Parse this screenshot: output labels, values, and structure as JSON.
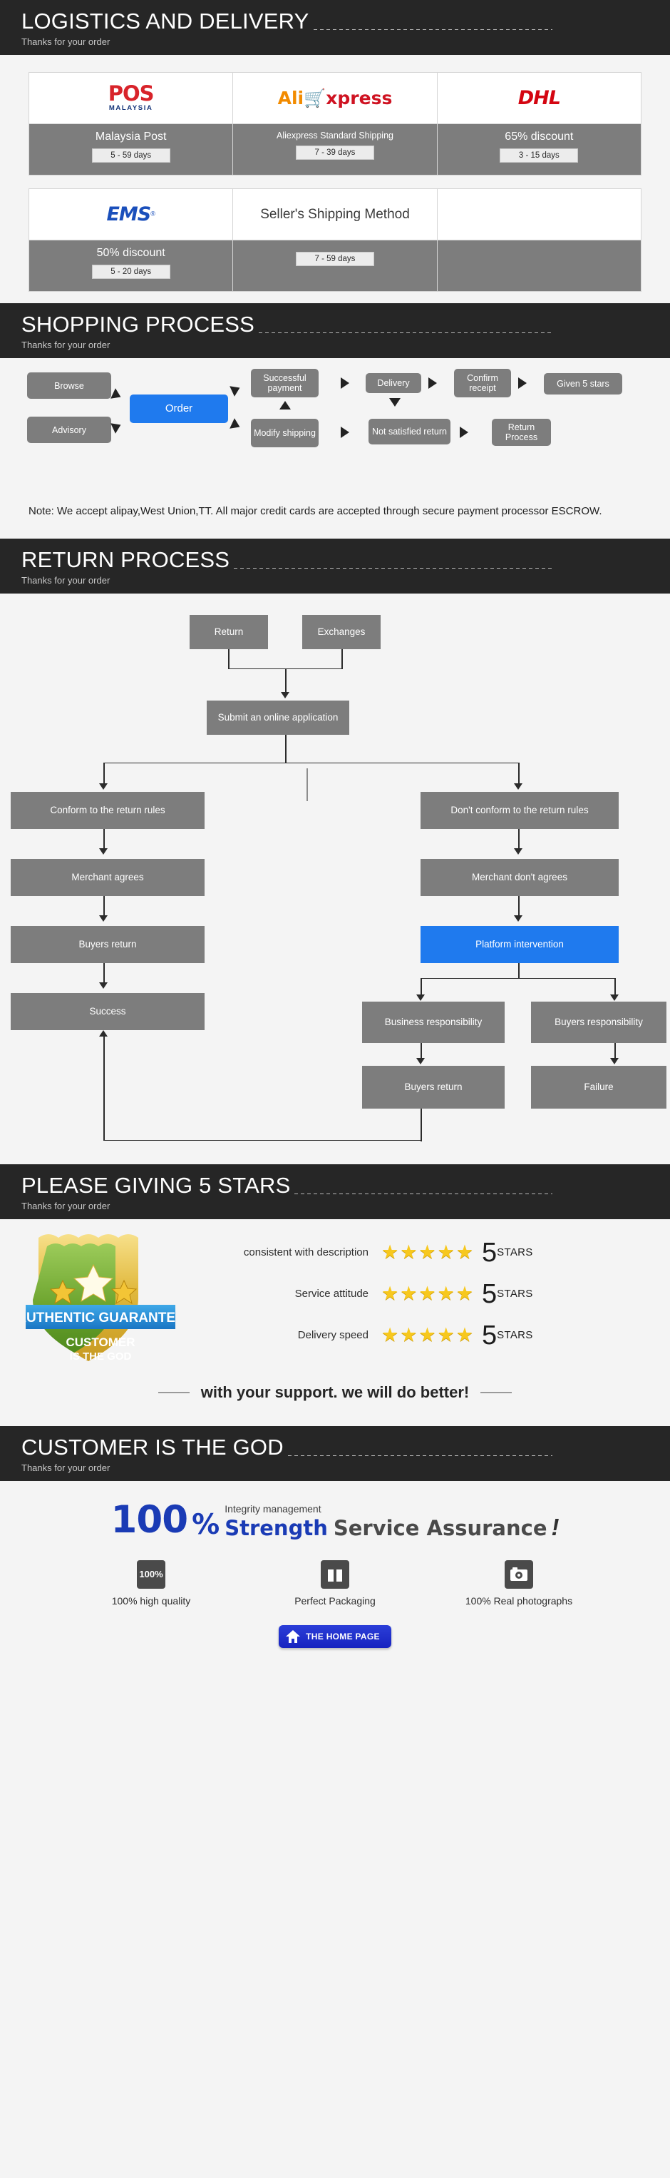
{
  "sections": {
    "logistics": {
      "title": "LOGISTICS AND DELIVERY",
      "subtitle": "Thanks for your order"
    },
    "shopping": {
      "title": "SHOPPING PROCESS",
      "subtitle": "Thanks for your order"
    },
    "returns": {
      "title": "RETURN PROCESS",
      "subtitle": "Thanks for your order"
    },
    "stars": {
      "title": "PLEASE GIVING 5 STARS",
      "subtitle": "Thanks for your order"
    },
    "god": {
      "title": "CUSTOMER IS THE GOD",
      "subtitle": "Thanks for your order"
    }
  },
  "shipping": {
    "row1": [
      {
        "logo": "pos-malaysia-logo",
        "logo_main": "POS",
        "logo_sub": "MALAYSIA",
        "name": "Malaysia Post",
        "days": "5 - 59  days"
      },
      {
        "logo": "aliexpress-logo",
        "logo_main": "Ali",
        "logo_sub": "xpress",
        "name": "Aliexpress Standard Shipping",
        "days": "7 - 39 days"
      },
      {
        "logo": "dhl-logo",
        "logo_main": "DHL",
        "logo_sub": "",
        "name": "65% discount",
        "days": "3 - 15 days"
      }
    ],
    "row2": [
      {
        "logo": "ems-logo",
        "logo_main": "EMS",
        "logo_sub": "",
        "name": "50% discount",
        "days": "5 - 20 days"
      },
      {
        "logo": "sellers-shipping-text",
        "logo_main": "Seller's Shipping Method",
        "logo_sub": "",
        "name": "",
        "days": "7 - 59 days"
      },
      {
        "logo": "",
        "logo_main": "",
        "logo_sub": "",
        "name": "",
        "days": ""
      }
    ]
  },
  "shopping_flow": {
    "nodes": [
      {
        "id": "browse",
        "label": "Browse"
      },
      {
        "id": "advisory",
        "label": "Advisory"
      },
      {
        "id": "order",
        "label": "Order",
        "accent": true
      },
      {
        "id": "successful",
        "label": "Successful payment"
      },
      {
        "id": "modify",
        "label": "Modify shipping"
      },
      {
        "id": "delivery",
        "label": "Delivery"
      },
      {
        "id": "notsat",
        "label": "Not satisfied return"
      },
      {
        "id": "confirm",
        "label": "Confirm receipt"
      },
      {
        "id": "return",
        "label": "Return Process"
      },
      {
        "id": "given5",
        "label": "Given 5 stars"
      }
    ],
    "note": "Note: We accept alipay,West Union,TT. All major credit cards are accepted through secure payment processor ESCROW."
  },
  "return_flow": {
    "nodes": [
      {
        "id": "return",
        "label": "Return"
      },
      {
        "id": "exchanges",
        "label": "Exchanges"
      },
      {
        "id": "submit",
        "label": "Submit an online application"
      },
      {
        "id": "conform",
        "label": "Conform to the return rules"
      },
      {
        "id": "dontconform",
        "label": "Don't conform to the return rules"
      },
      {
        "id": "merchagrees",
        "label": "Merchant agrees"
      },
      {
        "id": "merchdont",
        "label": "Merchant don't agrees"
      },
      {
        "id": "buyersreturn1",
        "label": "Buyers return"
      },
      {
        "id": "platform",
        "label": "Platform intervention",
        "accent": true
      },
      {
        "id": "success",
        "label": "Success"
      },
      {
        "id": "busresp",
        "label": "Business responsibility"
      },
      {
        "id": "buyresp",
        "label": "Buyers responsibility"
      },
      {
        "id": "buyersreturn2",
        "label": "Buyers return"
      },
      {
        "id": "failure",
        "label": "Failure"
      }
    ]
  },
  "rating": {
    "badge": {
      "ribbon": "AUTHENTIC GUARANTEE",
      "line1": "CUSTOMER",
      "line2": "IS THE GOD"
    },
    "rows": [
      {
        "label": "consistent with description",
        "stars": "★★★★★",
        "value": "5",
        "suffix": "STARS"
      },
      {
        "label": "Service attitude",
        "stars": "★★★★★",
        "value": "5",
        "suffix": "STARS"
      },
      {
        "label": "Delivery speed",
        "stars": "★★★★★",
        "value": "5",
        "suffix": "STARS"
      }
    ],
    "support_text": "with your support. we will do better!"
  },
  "god_section": {
    "hero_number": "100",
    "hero_percent": "%",
    "hero_integrity": "Integrity management",
    "hero_strength": "Strength",
    "hero_service": "Service Assurance",
    "hero_bang": "!",
    "features": [
      {
        "icon": "percent-100-icon",
        "icon_text": "100%",
        "label": "100% high quality"
      },
      {
        "icon": "gift-box-icon",
        "icon_text": "",
        "label": "Perfect Packaging"
      },
      {
        "icon": "camera-icon",
        "icon_text": "",
        "label": "100% Real photographs"
      }
    ],
    "home_button": "THE HOME PAGE"
  },
  "colors": {
    "banner_bg": "#262626",
    "accent_blue": "#1f7aee",
    "node_grey": "#7d7d7d",
    "page_bg": "#f4f4f4"
  }
}
